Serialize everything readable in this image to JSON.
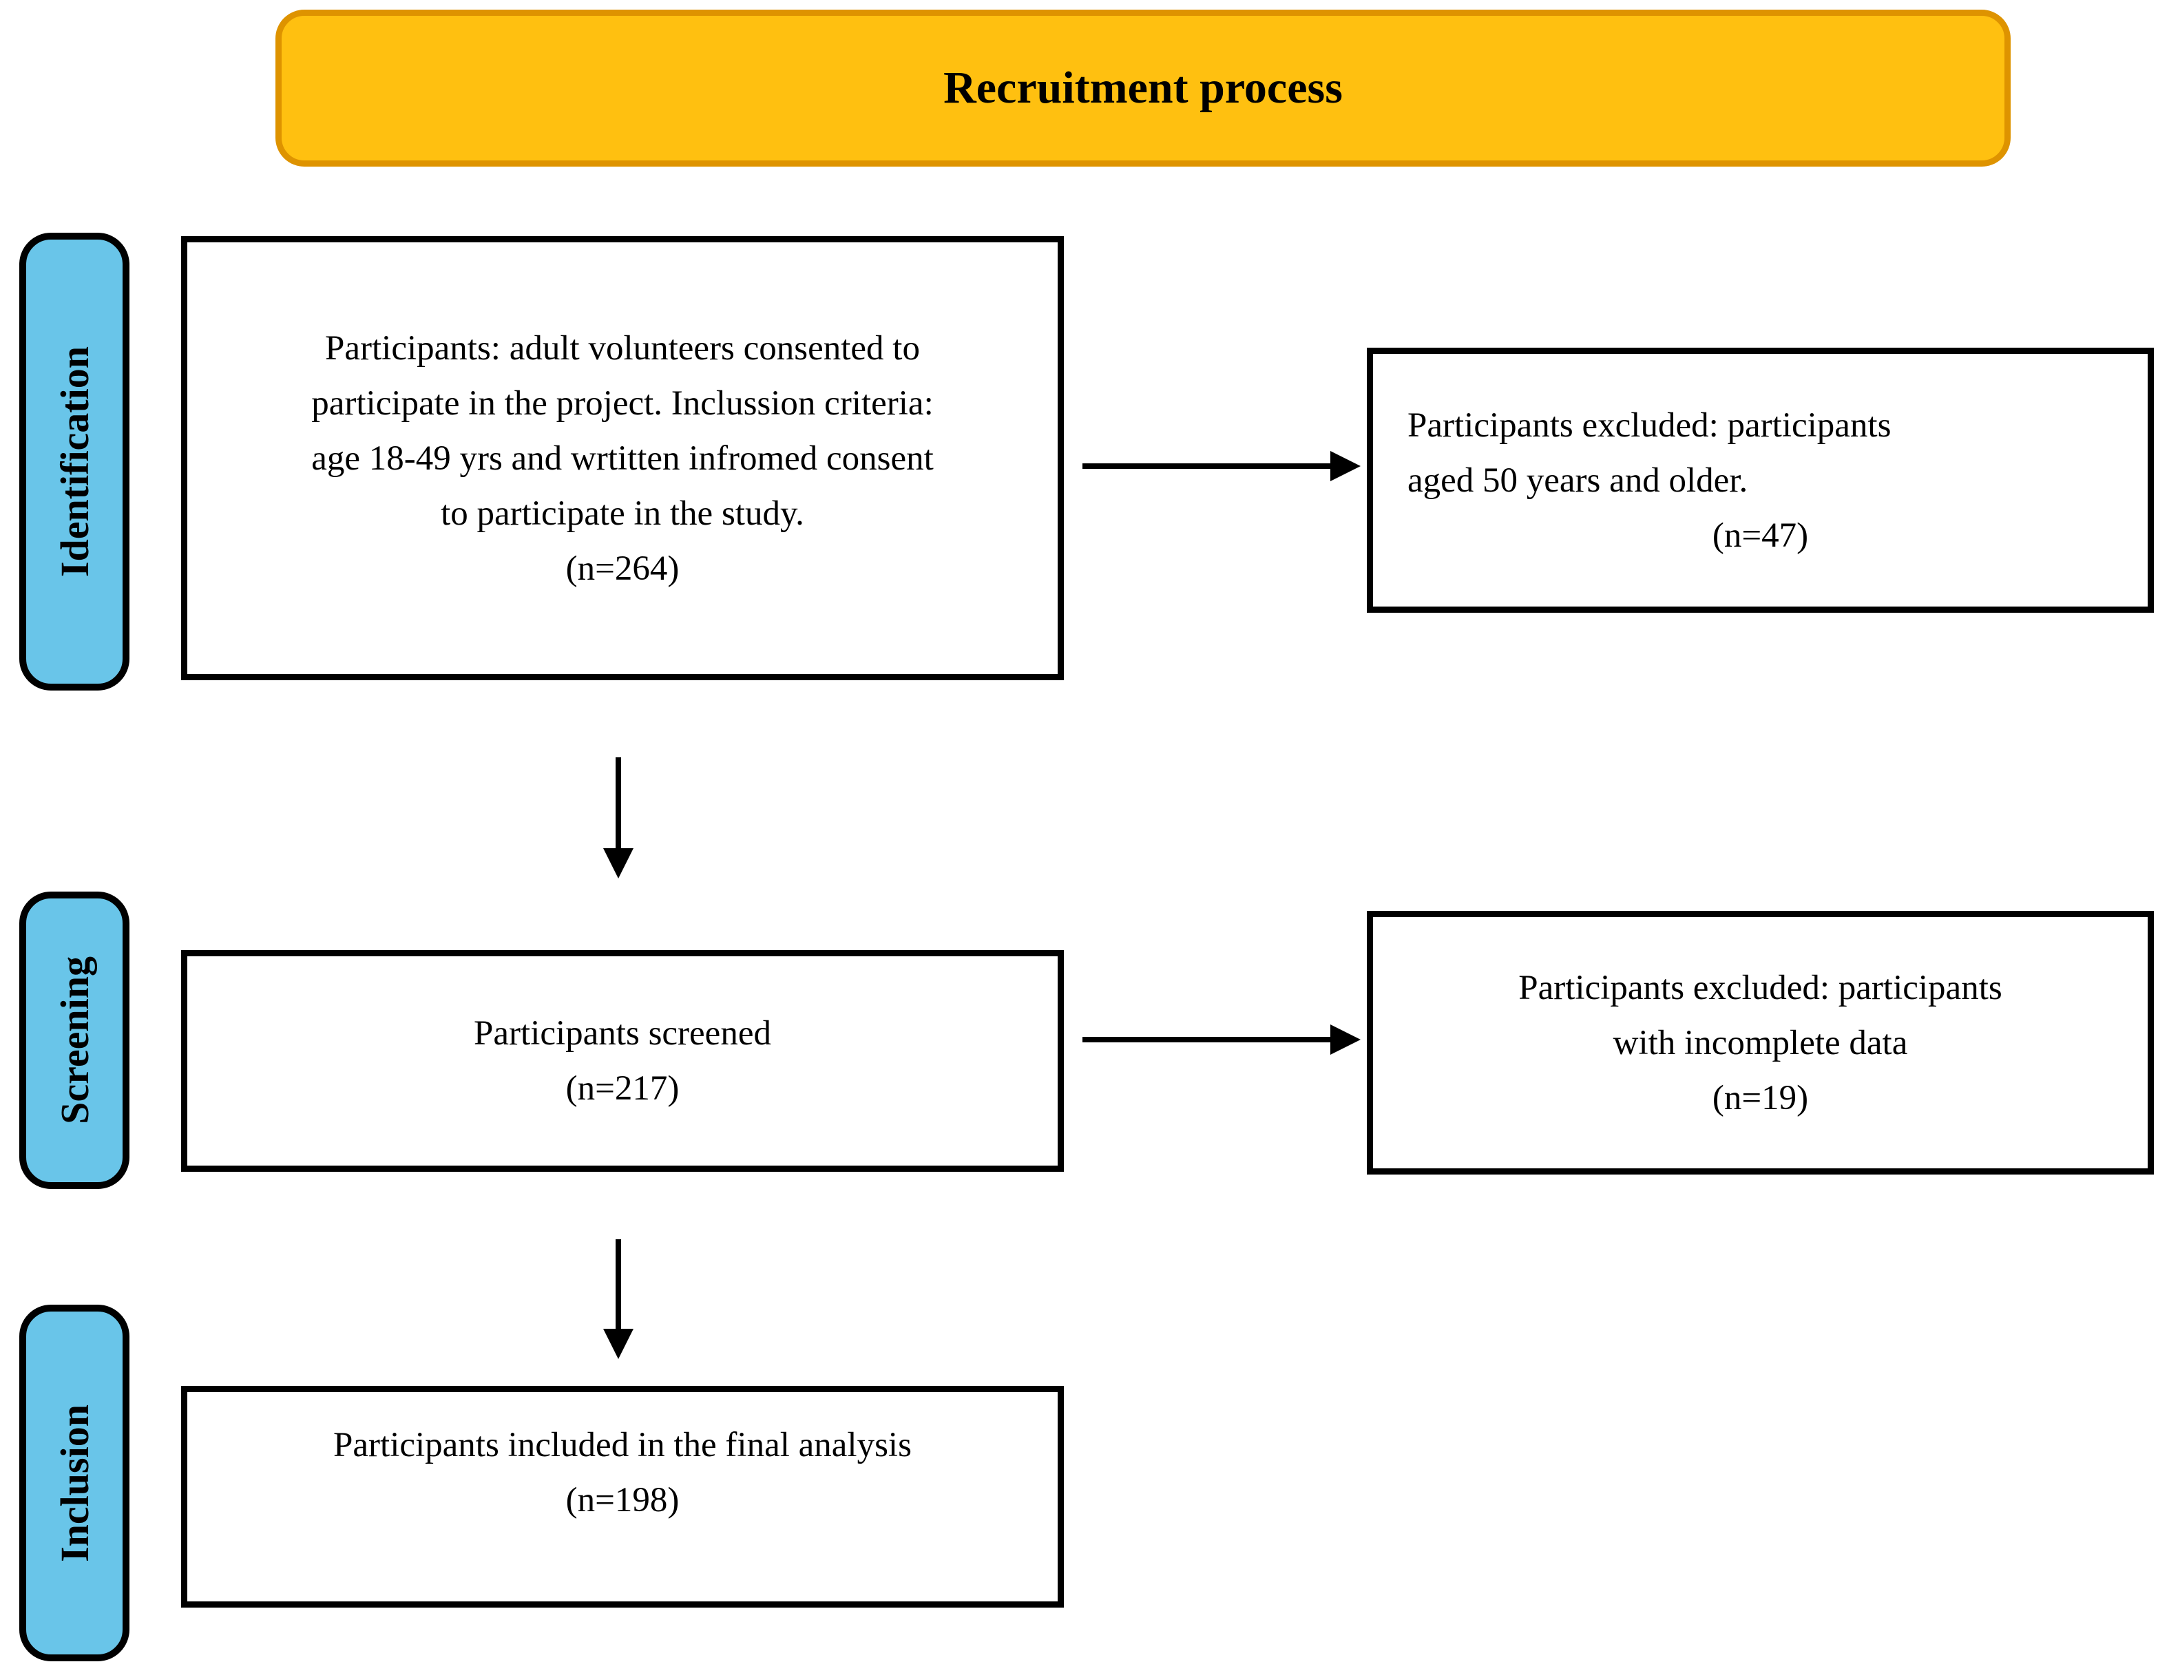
{
  "title_banner": {
    "label": "Recruitment process"
  },
  "stage_labels": [
    {
      "label": "Identification"
    },
    {
      "label": "Screening"
    },
    {
      "label": "Inclusion"
    }
  ],
  "boxes": {
    "identification_main": {
      "text": "Participants: adult volunteers consented to\nparticipate in the project. Inclussion criteria:\nage 18-49 yrs and wrtitten infromed consent\nto participate in the study.",
      "count": "(n=264)"
    },
    "identification_excluded": {
      "text": "Participants excluded: participants\naged 50 years and older.",
      "count": "(n=47)"
    },
    "screening_main": {
      "text": "Participants screened",
      "count": "(n=217)"
    },
    "screening_excluded": {
      "text": "Participants excluded: participants\nwith incomplete data",
      "count": "(n=19)"
    },
    "inclusion_main": {
      "text": "Participants included in the final analysis",
      "count": "(n=198)"
    }
  },
  "colors": {
    "banner_fill": "#FFC010",
    "banner_border": "#DE9300",
    "stage_fill": "#69C5E9",
    "box_border": "#000000",
    "arrow": "#000000",
    "background": "#FFFFFF"
  }
}
